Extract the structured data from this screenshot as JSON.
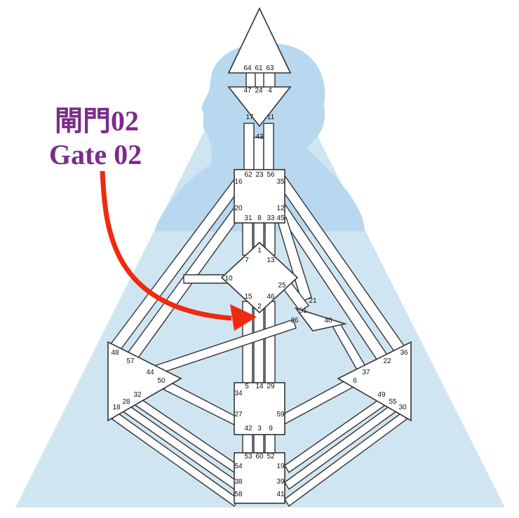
{
  "caption": {
    "line1": "閘門02",
    "line2": "Gate 02",
    "color": "#7B2C8A"
  },
  "arrow_color": "#F02A0E",
  "background": {
    "triangle_fill": "#CFE5F2",
    "silhouette_fill": "#B7D8EE"
  },
  "gates": [
    "64",
    "61",
    "63",
    "47",
    "24",
    "4",
    "17",
    "11",
    "43",
    "62",
    "23",
    "56",
    "16",
    "35",
    "20",
    "31",
    "8",
    "33",
    "45",
    "12",
    "1",
    "7",
    "13",
    "10",
    "25",
    "15",
    "2",
    "46",
    "21",
    "51",
    "26",
    "40",
    "48",
    "57",
    "44",
    "50",
    "34",
    "5",
    "14",
    "29",
    "6",
    "37",
    "22",
    "36",
    "32",
    "28",
    "18",
    "27",
    "59",
    "42",
    "3",
    "9",
    "53",
    "60",
    "52",
    "54",
    "19",
    "38",
    "39",
    "58",
    "41",
    "49",
    "55",
    "30"
  ]
}
